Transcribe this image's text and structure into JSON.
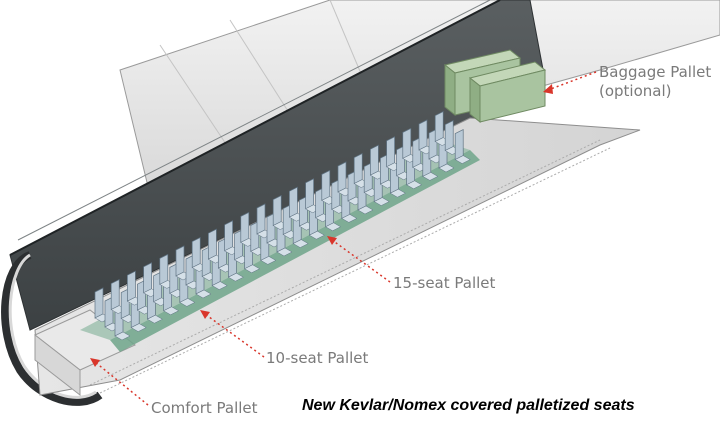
{
  "labels": {
    "baggage_line1": "Baggage Pallet",
    "baggage_line2": "(optional)",
    "fifteen_seat": "15-seat Pallet",
    "ten_seat": "10-seat Pallet",
    "comfort": "Comfort Pallet"
  },
  "caption": "New Kevlar/Nomex covered palletized seats",
  "colors": {
    "leader_arrow": "#d9362b",
    "label_text": "#7a7a7a",
    "seat_fill": "#b9c9d6",
    "pallet_green": "#6fa58a",
    "baggage_green": "#a9c4a0",
    "fuselage_shade": "#4a4f52"
  }
}
